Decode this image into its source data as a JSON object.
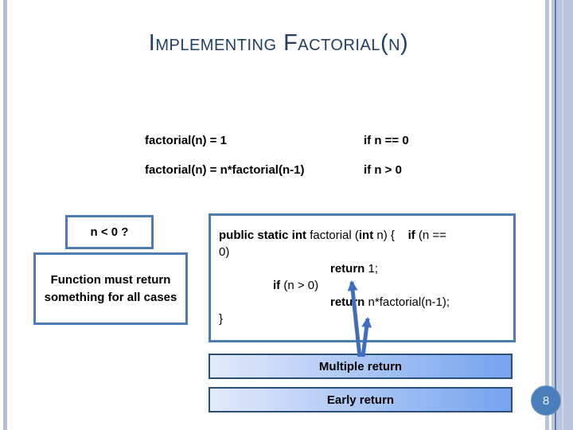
{
  "slide": {
    "title": "Implementing Factorial(n)",
    "page_number": "8"
  },
  "definition": {
    "rows": [
      {
        "formula": "factorial(n) = 1",
        "condition": "if n == 0"
      },
      {
        "formula": "factorial(n) = n*factorial(n-1)",
        "condition": "if n > 0"
      }
    ]
  },
  "callouts": {
    "question_box": "n < 0 ?",
    "note_box": "Function must return something for all cases"
  },
  "code_box": {
    "lines": [
      {
        "indent": 0,
        "segments": [
          {
            "text": "public static int ",
            "bold": true
          },
          {
            "text": "factorial (",
            "bold": false
          },
          {
            "text": "int",
            "bold": true
          },
          {
            "text": " n) {    ",
            "bold": false
          },
          {
            "text": "if",
            "bold": true
          },
          {
            "text": " (n ==",
            "bold": false
          }
        ]
      },
      {
        "indent": 0,
        "segments": [
          {
            "text": "0)",
            "bold": false
          }
        ]
      },
      {
        "indent": 2,
        "segments": [
          {
            "text": "return",
            "bold": true
          },
          {
            "text": " 1;",
            "bold": false
          }
        ]
      },
      {
        "indent": 1,
        "segments": [
          {
            "text": "if",
            "bold": true
          },
          {
            "text": " (n > 0)",
            "bold": false
          }
        ]
      },
      {
        "indent": 2,
        "segments": [
          {
            "text": "return",
            "bold": true
          },
          {
            "text": " n*factorial(n-1);",
            "bold": false
          }
        ]
      },
      {
        "indent": 0,
        "segments": [
          {
            "text": "}",
            "bold": false
          }
        ]
      }
    ]
  },
  "labels": {
    "multiple_return": "Multiple return",
    "early_return": "Early return"
  },
  "theme": {
    "title_color": "#1f4064",
    "box_border_blue": "#4d7cb5",
    "label_border": "#2e4e77",
    "label_gradient_start": "#e2eafa",
    "label_gradient_end": "#74a3ee",
    "arrow_blue": "#3d6ebf",
    "stripe_light": "#b9c6de",
    "stripe_dark": "#5b7ba6",
    "page_circle_fill": "#4a7ebb"
  }
}
